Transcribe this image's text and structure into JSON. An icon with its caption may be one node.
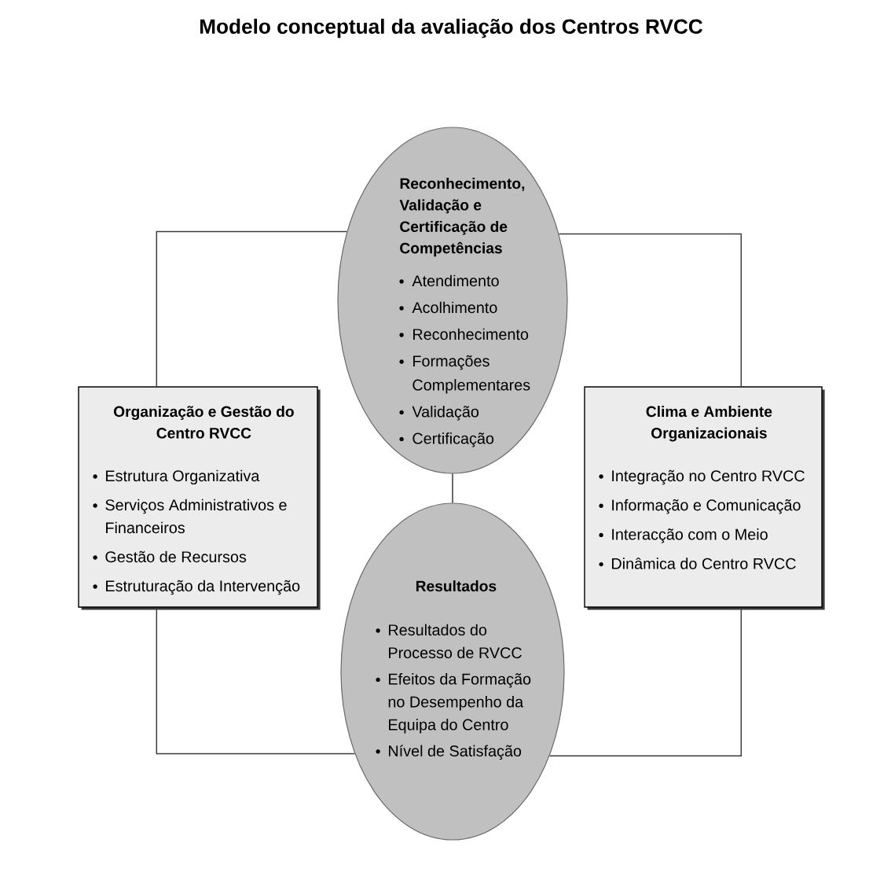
{
  "diagram": {
    "title": "Modelo conceptual da avaliação dos Centros RVCC",
    "nodes": [
      {
        "text": [
          "Reconhecimento, Validação e Certificação de Competências",
          "Atendimento",
          "Acolhimento",
          "Reconhecimento",
          "Formações Complementares",
          "Validação",
          "Certificação"
        ]
      },
      {
        "text": [
          "Organização e Gestão do Centro RVCC",
          "Estrutura Organizativa",
          "Serviços Administrativos e Financeiros",
          "Gestão de Recursos",
          "Estruturação da Intervenção"
        ]
      },
      {
        "text": [
          "Clima e Ambiente Organizacionais",
          "Integração no Centro RVCC",
          "Informação e Comunicação",
          "Interacção com o Meio",
          "Dinâmica do Centro RVCC"
        ]
      },
      {
        "text": [
          "Resultados",
          "Resultados do Processo de RVCC",
          "Efeitos da Formação no Desempenho da Equipa do Centro",
          "Nível de Satisfação"
        ]
      }
    ],
    "edges": [
      {
        "from": 0,
        "to": 1,
        "arrow": "none"
      },
      {
        "from": 0,
        "to": 2,
        "arrow": "none"
      },
      {
        "from": 0,
        "to": 3,
        "arrow": "none"
      },
      {
        "from": 1,
        "to": 3,
        "arrow": "none"
      },
      {
        "from": 2,
        "to": 3,
        "arrow": "none"
      }
    ]
  }
}
